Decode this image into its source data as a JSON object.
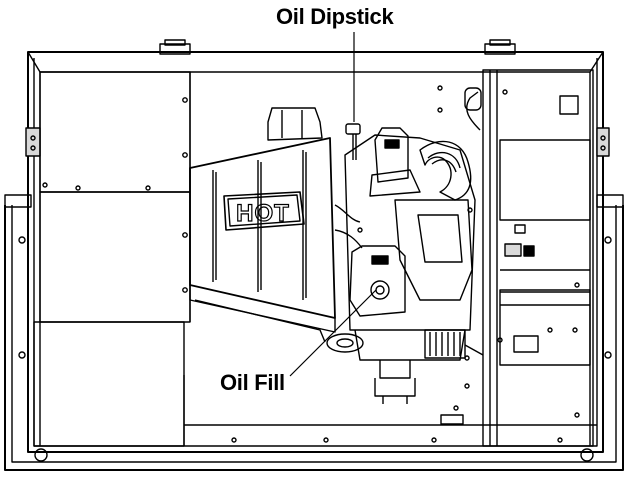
{
  "callouts": {
    "oil_dipstick": "Oil Dipstick",
    "oil_fill": "Oil Fill"
  },
  "panel_text": {
    "hot": "HOT"
  },
  "colors": {
    "line": "#000000",
    "background": "#ffffff",
    "shade": "#d9d9d9"
  }
}
